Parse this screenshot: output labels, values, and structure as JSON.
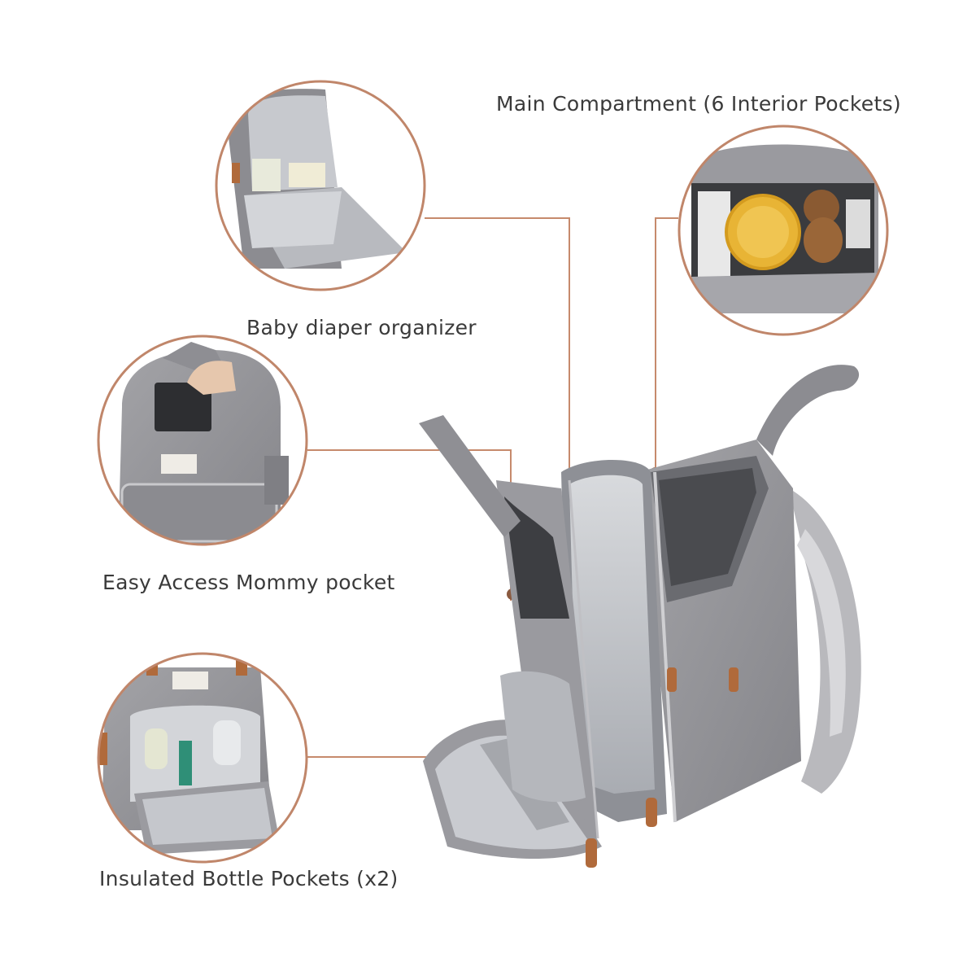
{
  "callouts": {
    "diaper_organizer": "Baby diaper organizer",
    "mommy_pocket": "Easy Access Mommy pocket",
    "bottle_pockets": "Insulated Bottle Pockets (x2)",
    "main_compartment": "Main Compartment (6 Interior Pockets)"
  },
  "colors": {
    "ring": "#c0866a",
    "leader_line": "#c68a6c",
    "fabric": "#9a9a9e",
    "fabric_dark": "#7e7e83",
    "lining": "#c9cbd0",
    "leather": "#b06a3b"
  },
  "icons": {
    "circle_1": "backpack-open-diaper-organizer",
    "circle_2": "backpack-hand-inserting-tablet",
    "circle_3": "backpack-bottle-pockets-open",
    "circle_4": "backpack-main-compartment-contents",
    "main": "backpack-all-compartments-open"
  }
}
